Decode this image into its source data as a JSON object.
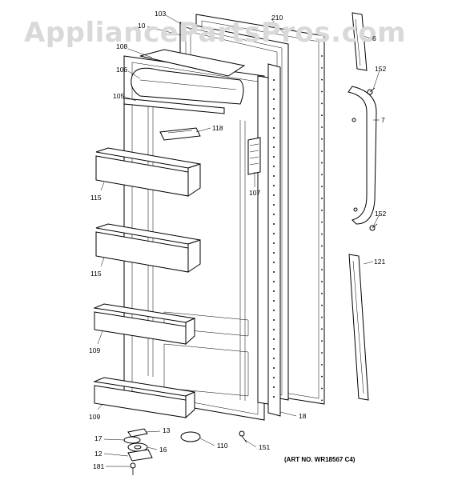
{
  "watermark": "AppliancePartsPros.com",
  "art_number": "(ART NO. WR18567 C4)",
  "callouts": {
    "c103": "103",
    "c10": "10",
    "c210": "210",
    "c6": "6",
    "c152a": "152",
    "c108": "108",
    "c106": "106",
    "c105": "105",
    "c7": "7",
    "c118": "118",
    "c115a": "115",
    "c107": "107",
    "c152b": "152",
    "c121": "121",
    "c115b": "115",
    "c109a": "109",
    "c109b": "109",
    "c18": "18",
    "c13": "13",
    "c17": "17",
    "c16": "16",
    "c110": "110",
    "c151": "151",
    "c12": "12",
    "c181": "181"
  }
}
